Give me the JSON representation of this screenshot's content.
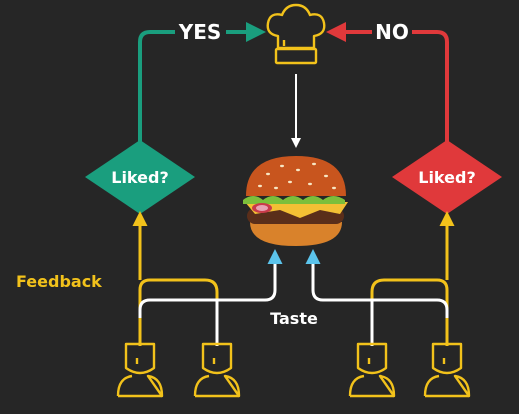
{
  "diagram": {
    "yes_label": "YES",
    "no_label": "NO",
    "liked_left": "Liked?",
    "liked_right": "Liked?",
    "feedback_label": "Feedback",
    "taste_label": "Taste"
  },
  "colors": {
    "background": "#262626",
    "yes": "#1a9e7e",
    "no": "#e0393b",
    "feedback": "#f2c21b",
    "taste_arrow": "#5bc4ec",
    "taste_line": "#ffffff",
    "chef_line": "#f2c21b"
  },
  "icons": {
    "chef": "chef-hat-icon",
    "burger": "burger-icon",
    "people": "person-icon"
  }
}
